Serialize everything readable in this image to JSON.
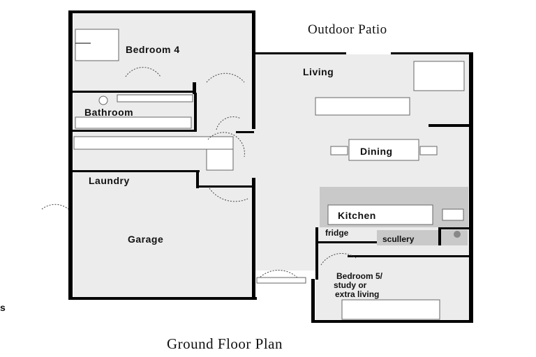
{
  "labels": {
    "outdoor_patio": "Outdoor Patio",
    "bedroom4": "Bedroom 4",
    "living": "Living",
    "bathroom": "Bathroom",
    "dining": "Dining",
    "laundry": "Laundry",
    "kitchen": "Kitchen",
    "fridge": "fridge",
    "scullery": "scullery",
    "garage": "Garage",
    "bedroom5_line1": "Bedroom 5/",
    "bedroom5_line2": "study or",
    "bedroom5_line3": "extra living",
    "stray_s": "s",
    "footer_title": "Ground Floor Plan"
  },
  "colors": {
    "floor_fill": "#ececec",
    "kitchen_fill": "#c9c9c9",
    "wall": "#000000"
  }
}
